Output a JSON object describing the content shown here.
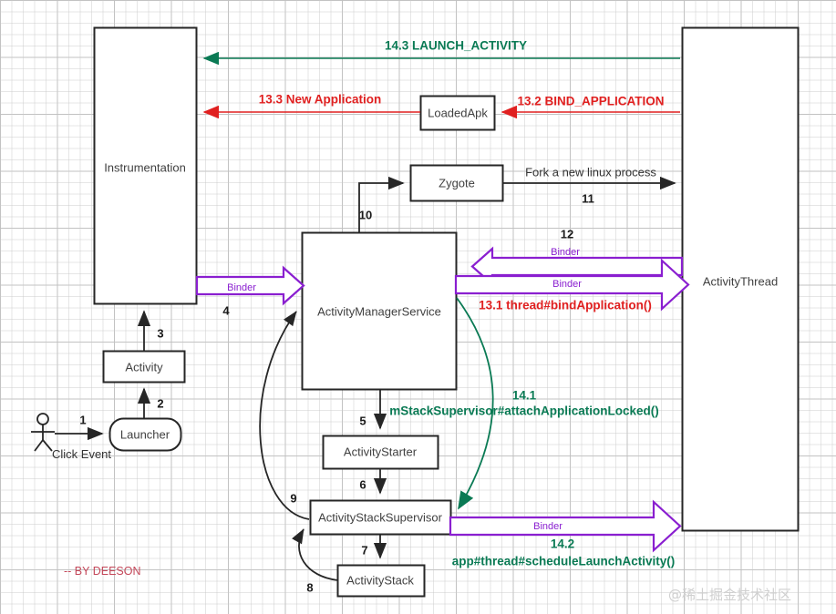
{
  "diagram": {
    "title_watermark": "@稀土掘金技术社区",
    "credit": "-- BY DEESON",
    "colors": {
      "green": "#0a7a54",
      "red": "#e02020",
      "purple": "#8a1fd0",
      "black": "#262626",
      "pink": "#c4485a",
      "box_text": "#404040"
    },
    "nodes": [
      {
        "id": "instrumentation",
        "label": "Instrumentation"
      },
      {
        "id": "loadedapk",
        "label": "LoadedApk"
      },
      {
        "id": "zygote",
        "label": "Zygote"
      },
      {
        "id": "activity-manager-service",
        "label": "ActivityManagerService"
      },
      {
        "id": "activity-thread",
        "label": "ActivityThread"
      },
      {
        "id": "activity",
        "label": "Activity"
      },
      {
        "id": "launcher",
        "label": "Launcher"
      },
      {
        "id": "activity-starter",
        "label": "ActivityStarter"
      },
      {
        "id": "activity-stack-supervisor",
        "label": "ActivityStackSupervisor"
      },
      {
        "id": "activity-stack",
        "label": "ActivityStack"
      },
      {
        "id": "actor",
        "label": "Click Event"
      }
    ],
    "steps": {
      "s1": "1",
      "s2": "2",
      "s3": "3",
      "s4": "4",
      "s5": "5",
      "s6": "6",
      "s7": "7",
      "s8": "8",
      "s9": "9",
      "s10": "10",
      "s11": "11",
      "s12": "12"
    },
    "edge_labels": {
      "binder_4": "Binder",
      "binder_12": "Binder",
      "binder_131": "Binder",
      "binder_142": "Binder",
      "fork_process": "Fork a new linux process",
      "launch_activity": "14.3  LAUNCH_ACTIVITY",
      "new_application": "13.3  New Application",
      "bind_application": "13.2  BIND_APPLICATION",
      "bind_application_call": "13.1  thread#bindApplication()",
      "attach_application_num": "14.1",
      "attach_application_call": "mStackSupervisor#attachApplicationLocked()",
      "schedule_launch_num": "14.2",
      "schedule_launch_call": "app#thread#scheduleLaunchActivity()"
    }
  }
}
